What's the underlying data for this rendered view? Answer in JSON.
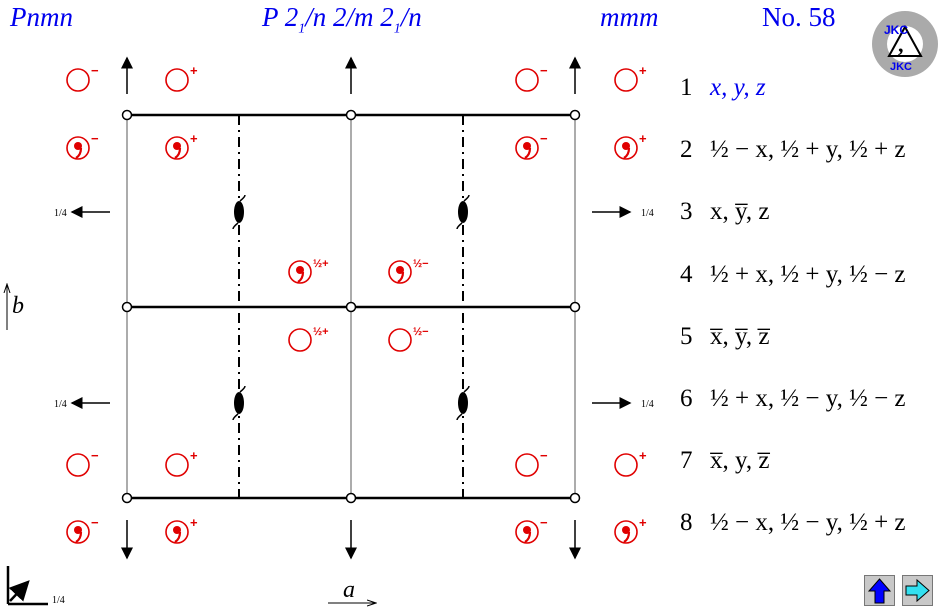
{
  "header": {
    "short_symbol": "Pnmn",
    "full_symbol": "P 21/n 2/m 21/n",
    "point_group": "mmm",
    "number": "No. 58"
  },
  "logo_text": "JKC",
  "axes": {
    "a": "a",
    "b": "b",
    "height_label": "1/4"
  },
  "screw_height_label": "1/4",
  "accent_color": "#0000ee",
  "symbol_color": "#e00000",
  "positions": [
    {
      "n": "1",
      "v": "x, y, z"
    },
    {
      "n": "2",
      "v": "½ − x, ½ + y, ½ + z"
    },
    {
      "n": "3",
      "v": "x, y̅, z"
    },
    {
      "n": "4",
      "v": "½ + x, ½ + y, ½ − z"
    },
    {
      "n": "5",
      "v": "x̅, y̅, z̅"
    },
    {
      "n": "6",
      "v": "½ + x, ½ − y, ½ − z"
    },
    {
      "n": "7",
      "v": "x̅, y, z̅"
    },
    {
      "n": "8",
      "v": "½ − x, ½ − y, ½ + z"
    }
  ],
  "markers": [
    {
      "type": "circle",
      "sign": "−",
      "col": 0,
      "row": 0
    },
    {
      "type": "circle",
      "sign": "+",
      "col": 1,
      "row": 0
    },
    {
      "type": "circle",
      "sign": "−",
      "col": 2,
      "row": 0
    },
    {
      "type": "circle",
      "sign": "+",
      "col": 3,
      "row": 0
    },
    {
      "type": "comma",
      "sign": "−",
      "col": 0,
      "row": 1
    },
    {
      "type": "comma",
      "sign": "+",
      "col": 1,
      "row": 1
    },
    {
      "type": "comma",
      "sign": "−",
      "col": 2,
      "row": 1
    },
    {
      "type": "comma",
      "sign": "+",
      "col": 3,
      "row": 1
    },
    {
      "type": "comma",
      "sign": "½+",
      "col": 4,
      "row": 2
    },
    {
      "type": "comma",
      "sign": "½−",
      "col": 5,
      "row": 2
    },
    {
      "type": "circle",
      "sign": "½+",
      "col": 4,
      "row": 3
    },
    {
      "type": "circle",
      "sign": "½−",
      "col": 5,
      "row": 3
    },
    {
      "type": "circle",
      "sign": "−",
      "col": 0,
      "row": 4
    },
    {
      "type": "circle",
      "sign": "+",
      "col": 1,
      "row": 4
    },
    {
      "type": "circle",
      "sign": "−",
      "col": 2,
      "row": 4
    },
    {
      "type": "circle",
      "sign": "+",
      "col": 3,
      "row": 4
    },
    {
      "type": "comma",
      "sign": "−",
      "col": 0,
      "row": 5
    },
    {
      "type": "comma",
      "sign": "+",
      "col": 1,
      "row": 5
    },
    {
      "type": "comma",
      "sign": "−",
      "col": 2,
      "row": 5
    },
    {
      "type": "comma",
      "sign": "+",
      "col": 3,
      "row": 5
    }
  ],
  "nav": {
    "up": "up-arrow",
    "next": "right-arrow"
  }
}
